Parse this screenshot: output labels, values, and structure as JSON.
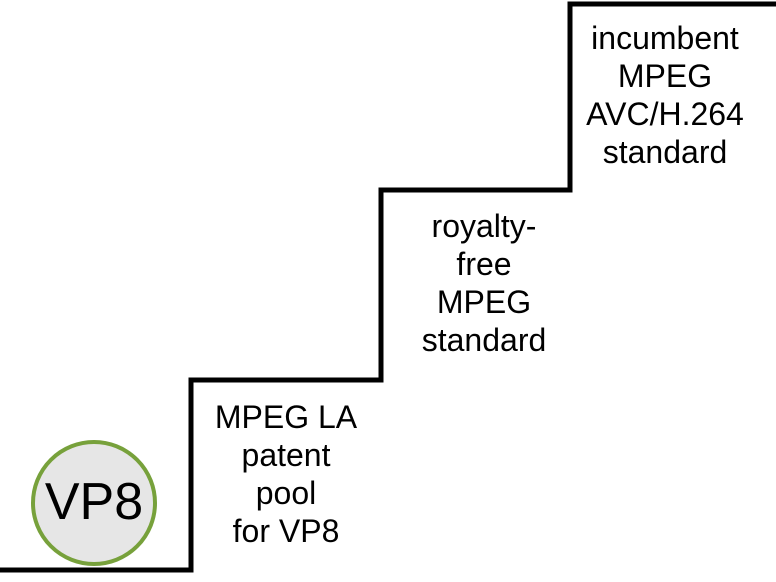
{
  "diagram": {
    "start": {
      "label": "VP8",
      "circle_fill": "#e6e6e6",
      "circle_stroke": "#77a13b"
    },
    "steps": [
      {
        "lines": [
          "MPEG LA",
          "patent",
          "pool",
          "for VP8"
        ]
      },
      {
        "lines": [
          "royalty-",
          "free",
          "MPEG",
          "standard"
        ]
      },
      {
        "lines": [
          "incumbent",
          "MPEG",
          "AVC/H.264",
          "standard"
        ]
      }
    ],
    "line_color": "#000000"
  }
}
